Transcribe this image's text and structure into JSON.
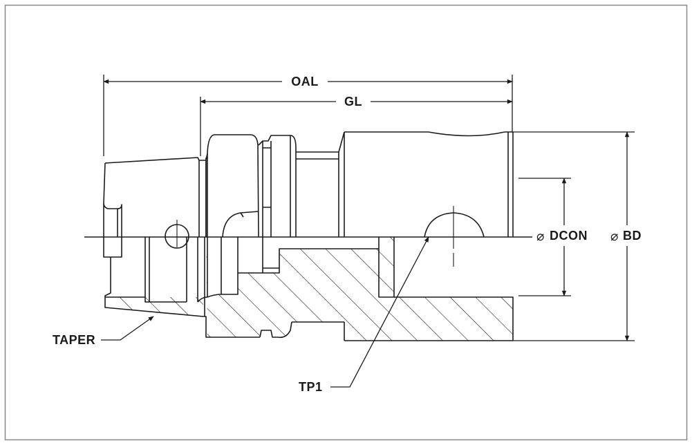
{
  "labels": {
    "oal": "OAL",
    "gl": "GL",
    "dcon": "DCON",
    "bd": "BD",
    "taper": "TAPER",
    "tp1": "TP1"
  },
  "diameter_symbol": "⌀",
  "colors": {
    "line": "#1a1a1a",
    "frame": "#8a8a8a",
    "background": "#ffffff"
  }
}
